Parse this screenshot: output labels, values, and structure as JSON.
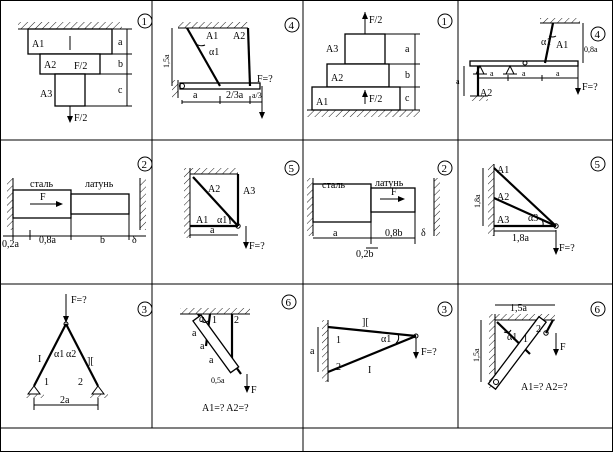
{
  "grid": {
    "columns": 4,
    "rows": 3,
    "cells": [
      {
        "variant": "1",
        "labels": [
          "A1",
          "A2",
          "A3",
          "F/2",
          "F/2",
          "a",
          "b",
          "c"
        ]
      },
      {
        "variant": "4",
        "labels": [
          "A1",
          "A2",
          "α1",
          "1,5a",
          "F=?",
          "a",
          "2/3a",
          "a/3"
        ]
      },
      {
        "variant": "1",
        "labels": [
          "F/2",
          "A3",
          "A2",
          "A1",
          "F/2",
          "a",
          "b",
          "c"
        ]
      },
      {
        "variant": "4",
        "labels": [
          "α1",
          "A1",
          "0,8a",
          "a",
          "a",
          "a",
          "a",
          "A2",
          "F=?"
        ]
      },
      {
        "variant": "2",
        "labels": [
          "сталь",
          "латунь",
          "F",
          "0,2a",
          "0,8a",
          "b",
          "δ"
        ]
      },
      {
        "variant": "5",
        "labels": [
          "A2",
          "A3",
          "A1",
          "α1",
          "a",
          "F=?"
        ]
      },
      {
        "variant": "2",
        "labels": [
          "сталь",
          "латунь",
          "F",
          "a",
          "0,8b",
          "δ",
          "0,2b"
        ]
      },
      {
        "variant": "5",
        "labels": [
          "A1",
          "A2",
          "A3",
          "α3",
          "1,8a",
          "1,8a",
          "F=?"
        ]
      },
      {
        "variant": "3",
        "labels": [
          "F=?",
          "α1",
          "α2",
          "I",
          "][",
          "1",
          "2",
          "2a"
        ]
      },
      {
        "variant": "6",
        "labels": [
          "α",
          "1",
          "2",
          "a",
          "a",
          "a",
          "0,5a",
          "F",
          "A1=? A2=?"
        ]
      },
      {
        "variant": "3",
        "labels": [
          "][",
          "1",
          "α1",
          "F=?",
          "a",
          "2",
          "I"
        ]
      },
      {
        "variant": "6",
        "labels": [
          "1,5a",
          "α1",
          "1",
          "2",
          "F",
          "1,5a",
          "A1=? A2=?"
        ]
      }
    ]
  }
}
